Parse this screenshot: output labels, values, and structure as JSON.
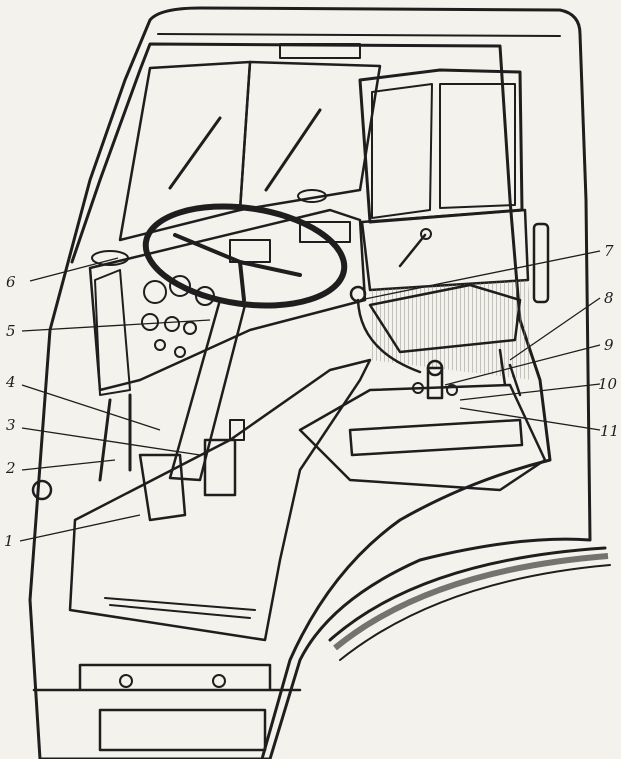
{
  "diagram": {
    "description_lang": "none",
    "callouts": [
      {
        "id": "c1",
        "label": "1"
      },
      {
        "id": "c2",
        "label": "2"
      },
      {
        "id": "c3",
        "label": "3"
      },
      {
        "id": "c4",
        "label": "4"
      },
      {
        "id": "c5",
        "label": "5"
      },
      {
        "id": "c6",
        "label": "6"
      },
      {
        "id": "c7",
        "label": "7"
      },
      {
        "id": "c8",
        "label": "8"
      },
      {
        "id": "c9",
        "label": "9"
      },
      {
        "id": "c10",
        "label": "10"
      },
      {
        "id": "c11",
        "label": "11"
      }
    ],
    "colors": {
      "ink": "#1e1e1e",
      "paper": "#f4f2ec",
      "hatch": "#7a7a74",
      "glass": "#dcdad2"
    }
  }
}
